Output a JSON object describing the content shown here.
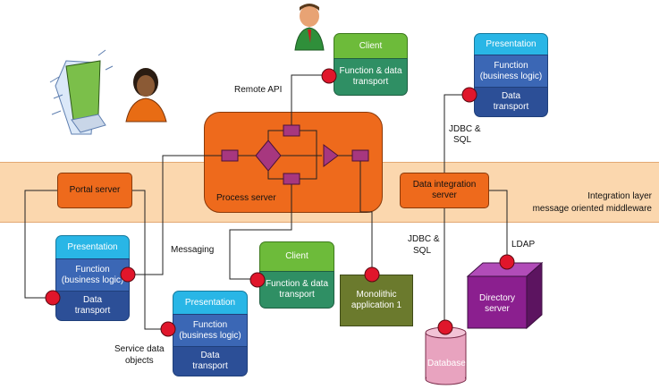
{
  "integration_layer": {
    "line1": "Integration layer",
    "line2": "message oriented middleware"
  },
  "process_server": {
    "label": "Process server"
  },
  "portal_server": {
    "label": "Portal server"
  },
  "data_integration_server": {
    "line1": "Data integration",
    "line2": "server"
  },
  "client_top": {
    "title": "Client",
    "line1": "Function & data",
    "line2": "transport"
  },
  "client_mid": {
    "title": "Client",
    "line1": "Function & data",
    "line2": "transport"
  },
  "presentation_top_right": {
    "title": "Presentation",
    "func1": "Function",
    "func2": "(business logic)",
    "data1": "Data",
    "data2": "transport"
  },
  "presentation_left": {
    "title": "Presentation",
    "func1": "Function",
    "func2": "(business logic)",
    "data1": "Data",
    "data2": "transport"
  },
  "presentation_bottom": {
    "title": "Presentation",
    "func1": "Function",
    "func2": "(business logic)",
    "data1": "Data",
    "data2": "transport"
  },
  "monolithic": {
    "line1": "Monolithic",
    "line2": "application 1"
  },
  "directory": {
    "line1": "Directory",
    "line2": "server"
  },
  "database": {
    "label": "Database"
  },
  "labels": {
    "remote_api": "Remote API",
    "messaging": "Messaging",
    "jdbc_top1": "JDBC &",
    "jdbc_top2": "SQL",
    "jdbc_bot1": "JDBC &",
    "jdbc_bot2": "SQL",
    "ldap": "LDAP",
    "sdo1": "Service data",
    "sdo2": "objects"
  },
  "colors": {
    "orange": "#ee6a1c",
    "band": "#fbd7ae",
    "green": "#6dbb3a",
    "teal": "#2f8f64",
    "cyan": "#29b6e6",
    "blue": "#3b67b5",
    "olive": "#6b7a2d",
    "purple": "#8b1f8f",
    "connector": "#e0162b",
    "pink": "#e8a3bf"
  },
  "icons": [
    "computer-monitor-icon",
    "user-woman-icon",
    "user-man-icon"
  ]
}
